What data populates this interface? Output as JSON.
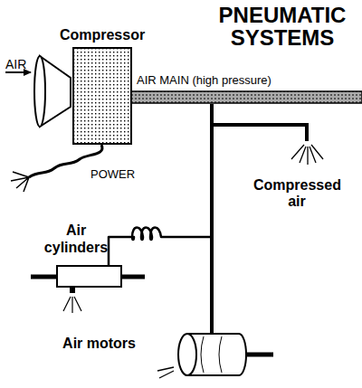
{
  "diagram": {
    "title": "PNEUMATIC SYSTEMS",
    "nodes": [
      {
        "text": [
          "Compressor"
        ]
      },
      {
        "text": [
          "AIR MAIN (high pressure)"
        ]
      },
      {
        "text": [
          "Air cylinders"
        ]
      },
      {
        "text": [
          "Air motors"
        ]
      }
    ],
    "edges": [
      {
        "from": 1,
        "to": 2,
        "arrow": "none"
      },
      {
        "from": 1,
        "to": 3,
        "arrow": "none"
      }
    ],
    "labels": [
      "AIR",
      "POWER",
      "Compressed air"
    ]
  }
}
